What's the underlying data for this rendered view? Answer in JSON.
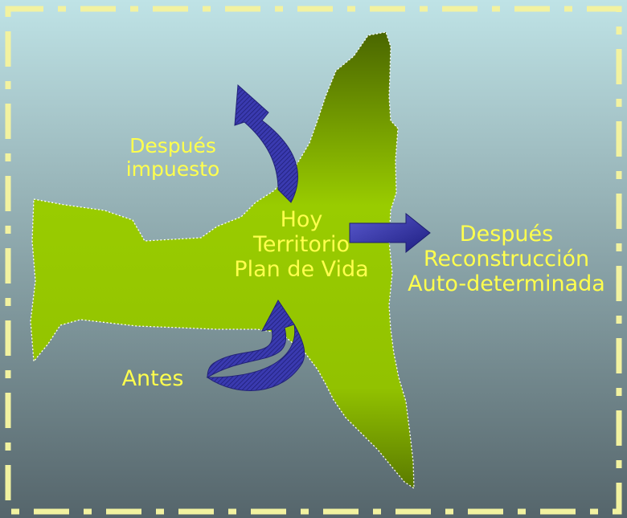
{
  "labels": {
    "after_imposed": [
      "Después",
      "impuesto"
    ],
    "today": [
      "Hoy",
      "Territorio",
      "Plan de Vida"
    ],
    "after_reconstruction": [
      "Después",
      "Reconstrucción",
      "Auto-determinada"
    ],
    "before": "Antes"
  },
  "colors": {
    "text": "#ffff4d",
    "territory": "#99cc00",
    "territory_dark": "#4a6600",
    "arrow": "#3a3ab0",
    "border": "#f2f2a0",
    "bg_top": "#bfe3e6",
    "bg_bottom": "#55656b"
  }
}
